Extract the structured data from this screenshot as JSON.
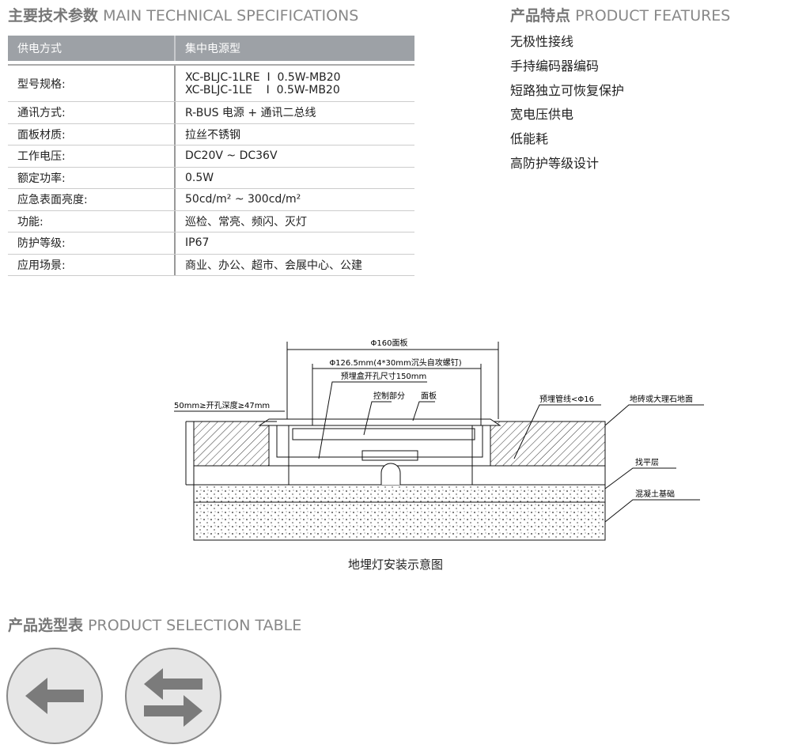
{
  "specs": {
    "title_cn": "主要技术参数",
    "title_en": "MAIN TECHNICAL SPECIFICATIONS",
    "header": [
      "供电方式",
      "集中电源型"
    ],
    "model_label": "型号规格:",
    "model_values": [
      "XC-BLJC-1LRE  I  0.5W-MB20",
      "XC-BLJC-1LE    I  0.5W-MB20"
    ],
    "rows": [
      [
        "通讯方式:",
        "R-BUS 电源 + 通讯二总线"
      ],
      [
        "面板材质:",
        "拉丝不锈钢"
      ],
      [
        "工作电压:",
        "DC20V ~ DC36V"
      ],
      [
        "额定功率:",
        "0.5W"
      ],
      [
        "应急表面亮度:",
        "50cd/m² ~ 300cd/m²"
      ],
      [
        "功能:",
        "巡检、常亮、频闪、灭灯"
      ],
      [
        "防护等级:",
        "IP67"
      ],
      [
        "应用场景:",
        "商业、办公、超市、会展中心、公建"
      ]
    ]
  },
  "features": {
    "title_cn": "产品特点",
    "title_en": "PRODUCT FEATURES",
    "items": [
      "无极性接线",
      "手持编码器编码",
      "短路独立可恢复保护",
      "宽电压供电",
      "低能耗",
      "高防护等级设计"
    ]
  },
  "diagram": {
    "labels": {
      "panel_dia": "Φ160面板",
      "screw": "Φ126.5mm(4*30mm沉头自攻螺钉)",
      "box": "预埋盒开孔尺寸150mm",
      "control": "控制部分",
      "panel": "面板",
      "depth": "50mm≥开孔深度≥47mm",
      "pipe": "预埋管线<Φ16",
      "floor": "地砖或大理石地面",
      "level": "找平层",
      "concrete": "混凝土基础"
    },
    "caption": "地埋灯安装示意图"
  },
  "selection": {
    "title_cn": "产品选型表",
    "title_en": "PRODUCT SELECTION TABLE",
    "icons": [
      "arrow-left-icon",
      "arrow-bidirectional-icon"
    ]
  }
}
